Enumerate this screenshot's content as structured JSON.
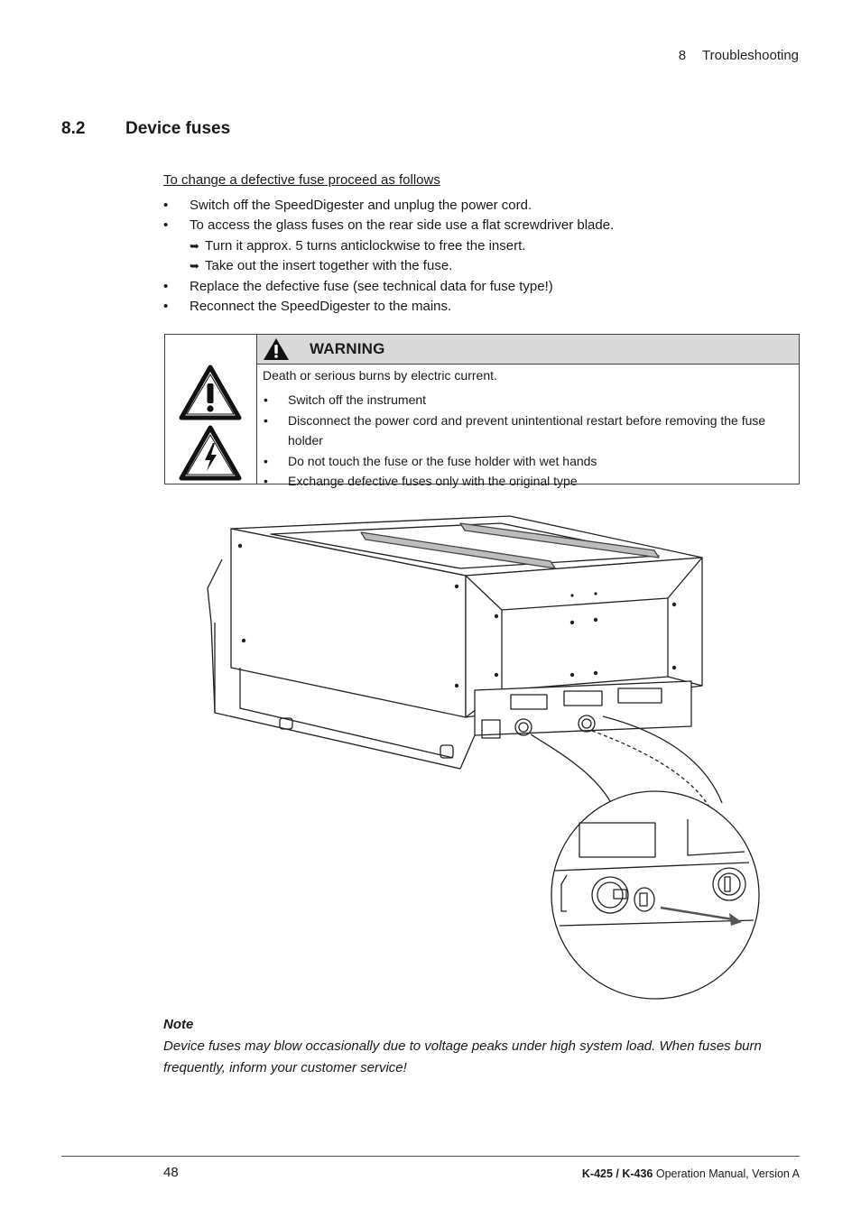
{
  "header": {
    "chapter_number": "8",
    "chapter_title": "Troubleshooting"
  },
  "section": {
    "number": "8.2",
    "title": "Device fuses"
  },
  "intro": "To change a defective fuse proceed as follows",
  "steps": [
    {
      "type": "bullet",
      "text": "Switch off the SpeedDigester and unplug the power cord."
    },
    {
      "type": "bullet",
      "text": "To access the glass fuses on the rear side use a flat screwdriver blade."
    },
    {
      "type": "result",
      "text": "Turn it approx. 5 turns anticlockwise to free the insert."
    },
    {
      "type": "result",
      "text": "Take out the insert together with the fuse."
    },
    {
      "type": "bullet",
      "text": "Replace the defective fuse (see technical data for fuse type!)"
    },
    {
      "type": "bullet",
      "text": "Reconnect the SpeedDigester to the mains."
    }
  ],
  "warning": {
    "title": "WARNING",
    "lead": "Death or serious burns by electric current.",
    "items": [
      "Switch off the instrument",
      "Disconnect the power cord and prevent unintentional restart before removing the fuse holder",
      "Do not touch the fuse or the fuse holder with wet hands",
      "Exchange defective fuses only with the original type"
    ],
    "icons": [
      "general-warning-icon",
      "electric-hazard-icon"
    ]
  },
  "note": {
    "title": "Note",
    "text": "Device fuses may blow occasionally due to voltage peaks under high system load. When fuses burn frequently, inform your customer service!"
  },
  "footer": {
    "page_number": "48",
    "model": "K-425 / K-436",
    "doc": "Operation Manual, Version A"
  },
  "colors": {
    "warning_header_bg": "#d9d9d9",
    "text": "#1a1a1a",
    "rule": "#555555"
  }
}
